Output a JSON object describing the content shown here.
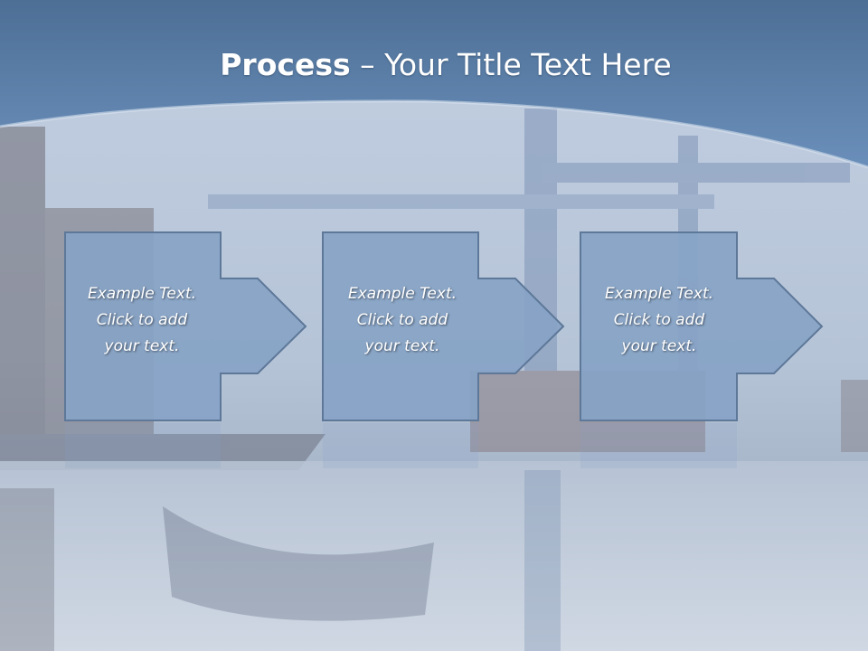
{
  "slide": {
    "title_bold": "Process",
    "title_rest": " – Your Title Text Here"
  },
  "steps": [
    {
      "line1": "Example Text.",
      "line2": "Click  to add",
      "line3": "your text."
    },
    {
      "line1": "Example Text.",
      "line2": "Click  to add",
      "line3": "your text."
    },
    {
      "line1": "Example Text.",
      "line2": "Click  to add",
      "line3": "your text."
    }
  ],
  "colors": {
    "header_blue": "#5b7fa8",
    "box_fill": "#87a3c6",
    "box_stroke": "#5d7898",
    "text": "#ffffff"
  }
}
